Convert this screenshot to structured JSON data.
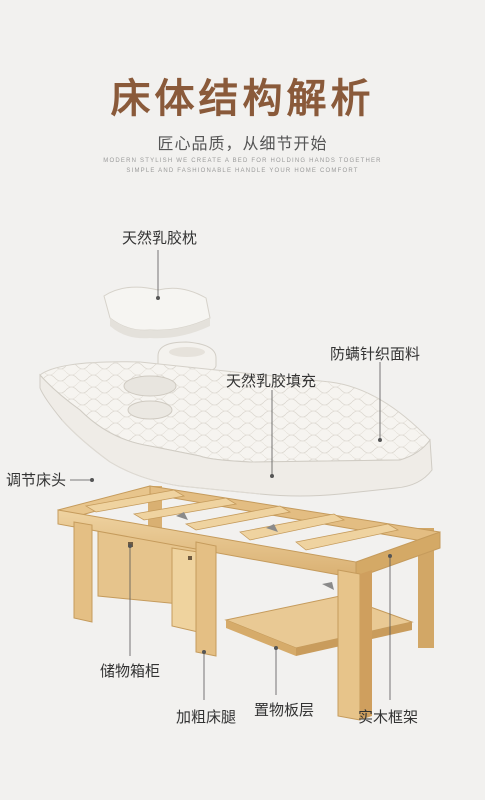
{
  "header": {
    "title": "床体结构解析",
    "subtitle": "匠心品质，从细节开始",
    "tagline_1": "MODERN STYLISH WE CREATE A BED FOR HOLDING HANDS TOGETHER",
    "tagline_2": "SIMPLE AND FASHIONABLE HANDLE YOUR HOME COMFORT"
  },
  "labels": {
    "pillow": "天然乳胶枕",
    "fabric": "防螨针织面料",
    "filling": "天然乳胶填充",
    "headrest": "调节床头",
    "cabinet": "储物箱柜",
    "legs": "加粗床腿",
    "shelf": "置物板层",
    "frame": "实木框架"
  },
  "colors": {
    "title": "#8a5a3a",
    "background": "#f2f1ef",
    "wood": "#e7c58e",
    "wood_dark": "#c99c5c",
    "mattress": "#f4f2ee",
    "leader_line": "#555555"
  }
}
